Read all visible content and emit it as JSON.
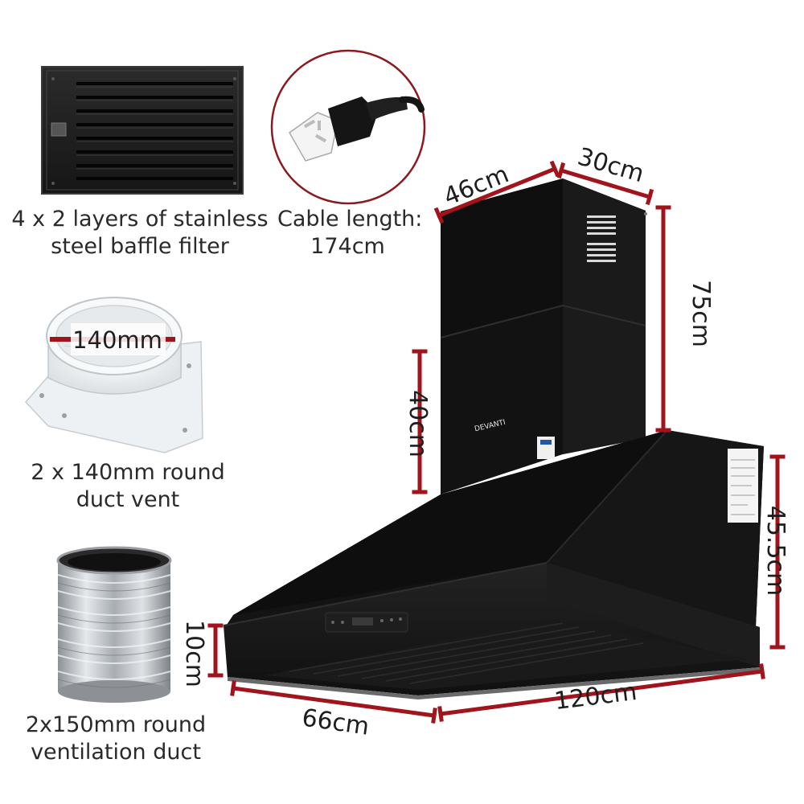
{
  "colors": {
    "dimension_line": "#a1141c",
    "hood_body": "#121212",
    "hood_edge": "#2c2c2c",
    "caption_text": "#2a2a2a",
    "duct_vent": "#eef1f3",
    "foil": "#bfc3c7"
  },
  "captions": {
    "filter": [
      "4 x 2 layers of stainless",
      "steel baffle filter"
    ],
    "cable": [
      "Cable length:",
      "174cm"
    ],
    "vent": [
      "2 x 140mm round",
      "duct vent"
    ],
    "duct": [
      "2x150mm round",
      "ventilation duct"
    ]
  },
  "dimensions": {
    "chimney_depth": "46cm",
    "chimney_width": "30cm",
    "chimney_height": "75cm",
    "chimney_lower": "40cm",
    "hood_height": "45.5cm",
    "hood_front": "10cm",
    "hood_width": "120cm",
    "hood_depth": "66cm",
    "vent_diameter": "140mm"
  },
  "product": {
    "brand": "DEVANTI",
    "label_text": "DEVANTI"
  },
  "icons": {
    "filter": "baffle-filter-image",
    "plug": "power-plug-image",
    "vent": "round-duct-vent-image",
    "duct": "foil-duct-image",
    "hood": "range-hood-image"
  }
}
